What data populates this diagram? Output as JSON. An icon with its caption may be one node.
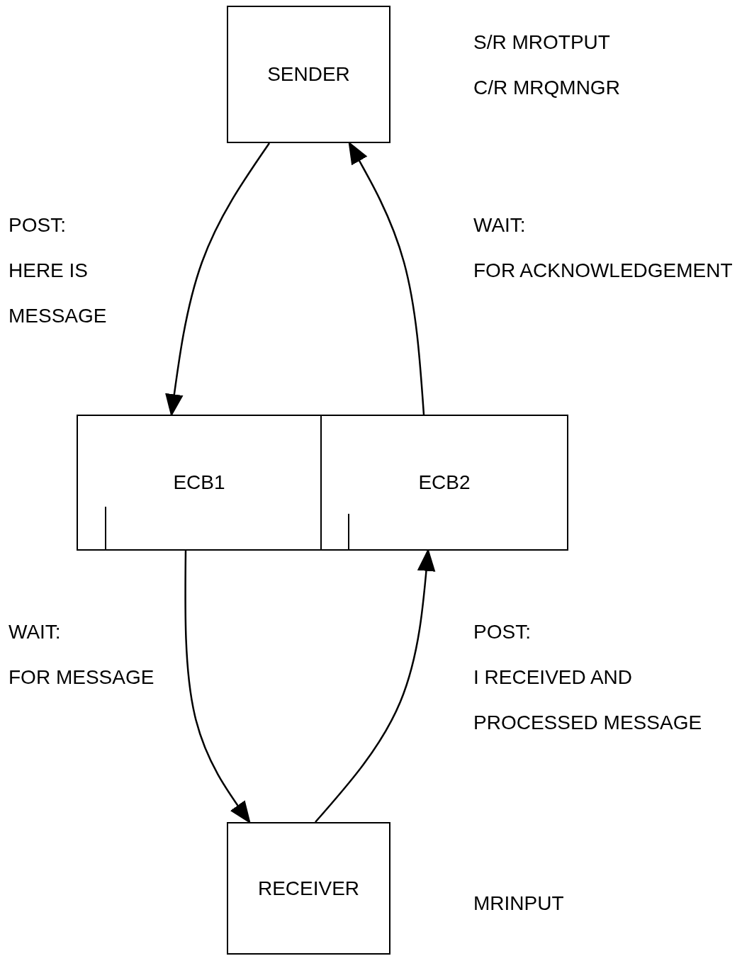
{
  "diagram": {
    "nodes": [
      {
        "text": [
          "SENDER"
        ],
        "beside": [
          "S/R MROTPUT",
          "C/R MRQMNGR"
        ]
      },
      {
        "text": [
          "ECB1"
        ]
      },
      {
        "text": [
          "ECB2"
        ]
      },
      {
        "text": [
          "RECEIVER"
        ]
      }
    ],
    "edges": [
      {
        "from": 0,
        "to": 1,
        "arrow": "to"
      },
      {
        "from": 2,
        "to": 0,
        "arrow": "to"
      },
      {
        "from": 1,
        "to": 3,
        "arrow": "to"
      },
      {
        "from": 3,
        "to": 2,
        "arrow": "to"
      }
    ],
    "labels": [
      "POST:",
      "HERE IS MESSAGE",
      "WAIT:",
      "FOR ACKNOWLEDGEMENT",
      "WAIT:",
      "FOR MESSAGE",
      "POST:",
      "I RECEIVED AND PROCESSED MESSAGE",
      "MRINPUT"
    ]
  }
}
